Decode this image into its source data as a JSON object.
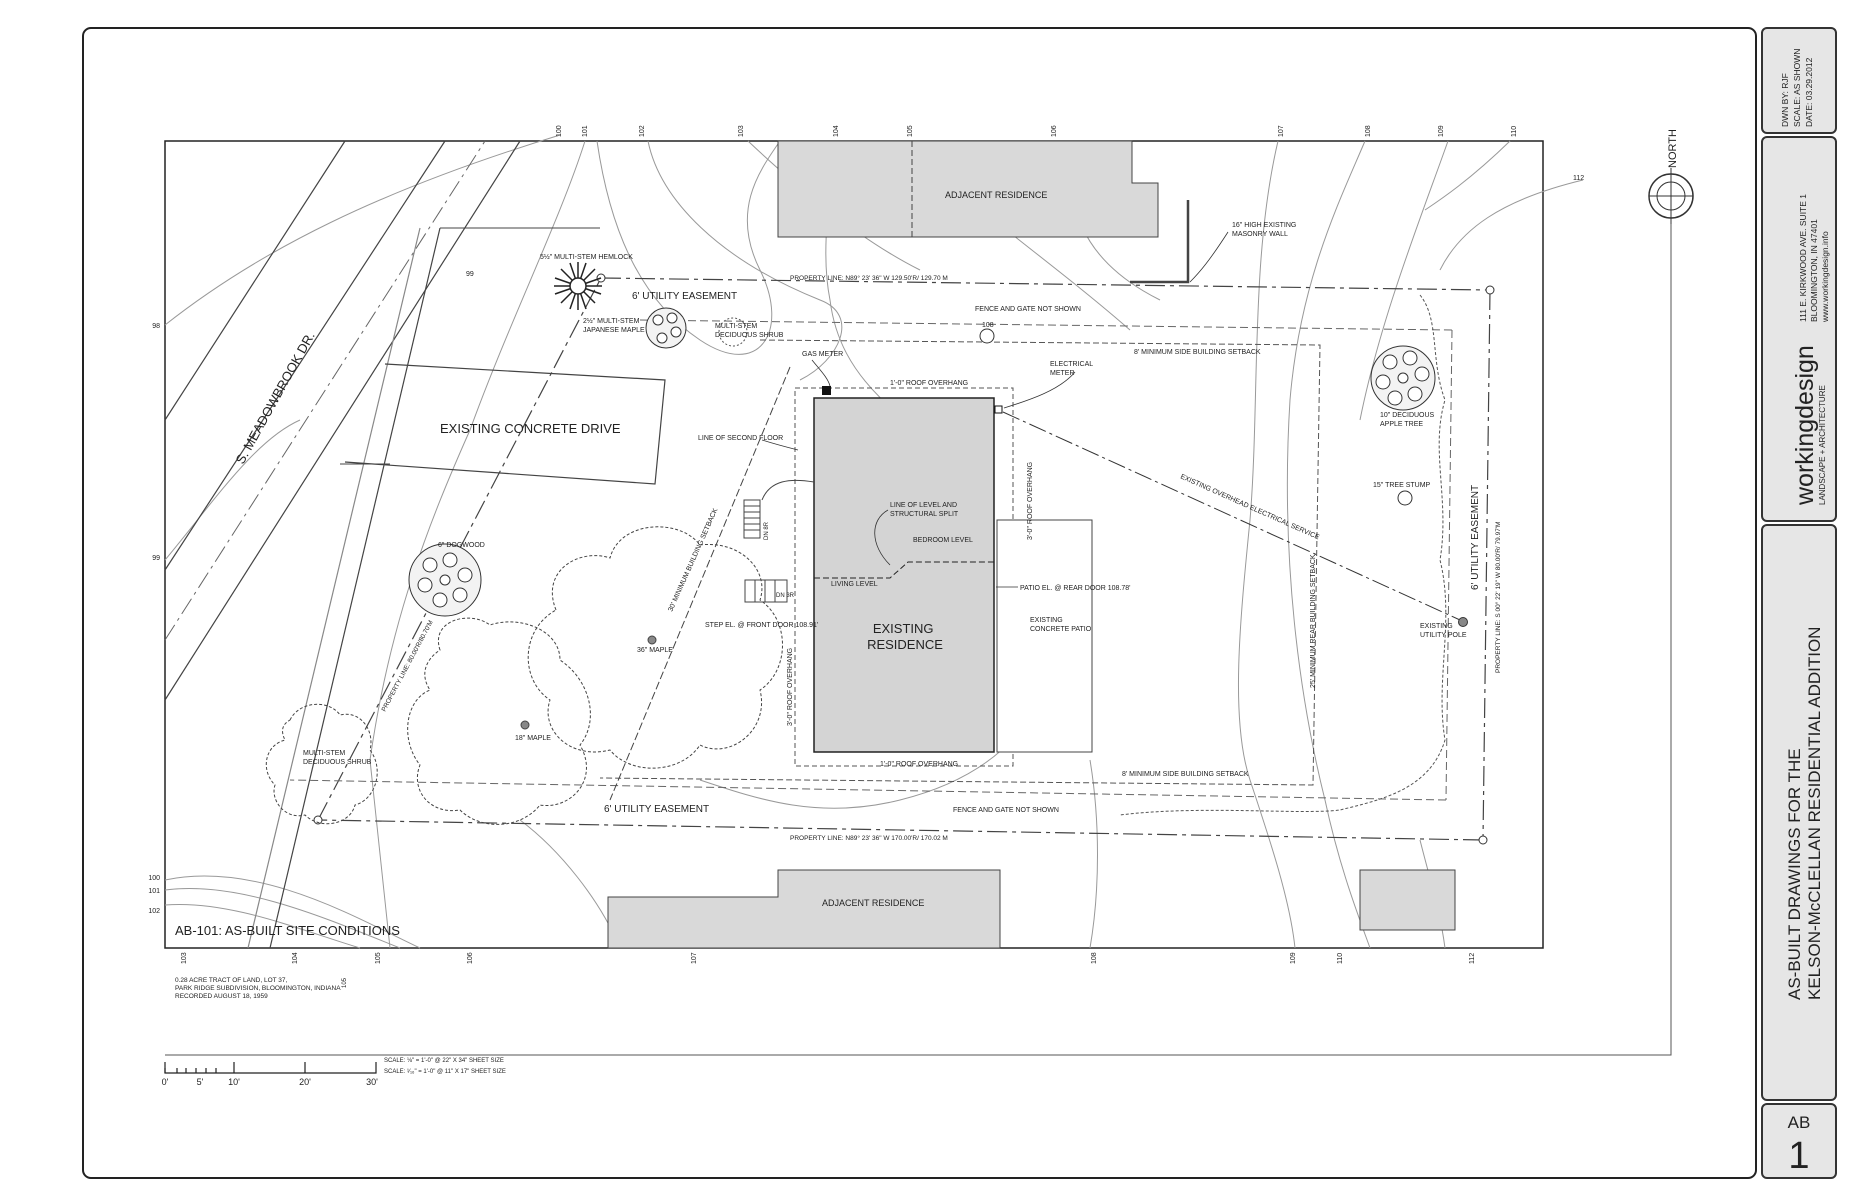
{
  "sheet": {
    "title": "AB-101: AS-BUILT SITE CONDITIONS",
    "north": "NORTH",
    "legal": [
      "0.28 ACRE TRACT OF LAND, LOT 37,",
      "PARK RIDGE SUBDIVISION, BLOOMINGTON, INDIANA",
      "RECORDED AUGUST 18, 1959"
    ],
    "scale_bar": {
      "ticks": [
        "0'",
        "5'",
        "10'",
        "20'",
        "30'"
      ]
    },
    "scale_notes": [
      "SCALE: ⅛\" = 1'-0\" @ 22\" X 34\" SHEET SIZE",
      "SCALE: ¹⁄₁₆\" = 1'-0\" @ 11\" X 17\" SHEET SIZE"
    ]
  },
  "title_block": {
    "info": [
      "DWN BY: RJF",
      "SCALE: AS SHOWN",
      "DATE: 03.29.2012"
    ],
    "firm": "workingdesign",
    "firm_sub": "LANDSCAPE + ARCHITECTURE",
    "address": [
      "111 E. KIRKWOOD AVE. SUITE 1",
      "BLOOMINGTON, IN 47401",
      "www.workingdesign.info"
    ],
    "project": [
      "AS-BUILT DRAWINGS FOR THE",
      "KELSON-McCLELLAN RESIDENTIAL ADDITION"
    ],
    "sheet_code": "AB",
    "sheet_number": "1"
  },
  "contours_top": [
    "100",
    "101",
    "102",
    "103",
    "104",
    "105",
    "106",
    "107",
    "108",
    "109",
    "110"
  ],
  "contours_bottom": [
    "103",
    "104",
    "105",
    "106",
    "107",
    "108",
    "109",
    "110",
    "112"
  ],
  "contours_left": [
    "98",
    "99",
    "100",
    "101",
    "102"
  ],
  "labels": {
    "street": "S. MEADOWBROOK DR.",
    "drive": "EXISTING CONCRETE DRIVE",
    "residence": [
      "EXISTING",
      "RESIDENCE"
    ],
    "adjacent_top": "ADJACENT RESIDENCE",
    "adjacent_bottom": "ADJACENT RESIDENCE",
    "utility_top": "6' UTILITY EASEMENT",
    "utility_bottom": "6' UTILITY EASEMENT",
    "utility_right": "6' UTILITY EASEMENT",
    "property_top": "PROPERTY LINE: N89° 23' 36\" W  129.50'R/ 129.70 M",
    "property_bottom": "PROPERTY LINE: N89° 23' 36\" W  170.00'R/ 170.02 M",
    "property_left": "PROPERTY LINE: 80.00'R/80.70'M",
    "property_right": "PROPERTY LINE: S 00° 22' 19\" W 80.00'R/ 79.97'M",
    "fence_top": "FENCE AND GATE NOT SHOWN",
    "fence_bottom": "FENCE AND GATE NOT SHOWN",
    "setback_side_top": "8' MINIMUM SIDE BUILDING SETBACK",
    "setback_side_bottom": "8' MINIMUM SIDE BUILDING SETBACK",
    "setback_front": "30' MINIMUM BUILDING SETBACK",
    "setback_rear": "25' MINIMUM REAR BUILDING SETBACK",
    "hemlock": "5½\" MULTI-STEM HEMLOCK",
    "japanese_maple": [
      "2½\" MULTI-STEM",
      "JAPANESE MAPLE"
    ],
    "shrub_top": [
      "MULTI-STEM",
      "DECIDUOUS SHRUB"
    ],
    "shrub_left": [
      "MULTI-STEM",
      "DECIDUOUS SHRUB"
    ],
    "masonry_wall": [
      "16\" HIGH EXISTING",
      "MASONRY WALL"
    ],
    "gas_meter": "GAS METER",
    "electrical_meter": [
      "ELECTRICAL",
      "METER"
    ],
    "roof_overhang_top": "1'-0\" ROOF OVERHANG",
    "roof_overhang_bottom": "1'-0\" ROOF OVERHANG",
    "roof_overhang_right": "3'-0\" ROOF OVERHANG",
    "roof_overhang_left": "3'-0\" ROOF OVERHANG",
    "second_floor": "LINE OF SECOND FLOOR",
    "level_split": [
      "LINE OF LEVEL AND",
      "STRUCTURAL SPLIT"
    ],
    "bedroom_level": "BEDROOM LEVEL",
    "living_level": "LIVING LEVEL",
    "patio_el": "PATIO EL. @ REAR DOOR 108.78'",
    "patio": [
      "EXISTING",
      "CONCRETE PATIO"
    ],
    "step_el": "STEP EL. @ FRONT DOOR 108.91'",
    "dn_top": "DN 8R",
    "dn_bottom": "DN 3R",
    "dogwood": "6\" DOGWOOD",
    "maple_36": "36\" MAPLE",
    "maple_18": "18\" MAPLE",
    "apple_tree": [
      "10\" DECIDUOUS",
      "APPLE TREE"
    ],
    "tree_stump": "15\" TREE STUMP",
    "utility_pole": [
      "EXISTING",
      "UTILITY POLE"
    ],
    "overhead": "EXISTING OVERHEAD ELECTRICAL SERVICE",
    "spot_108": "108",
    "spot_112": "112",
    "spot_99": "99",
    "spot_105": "105"
  }
}
